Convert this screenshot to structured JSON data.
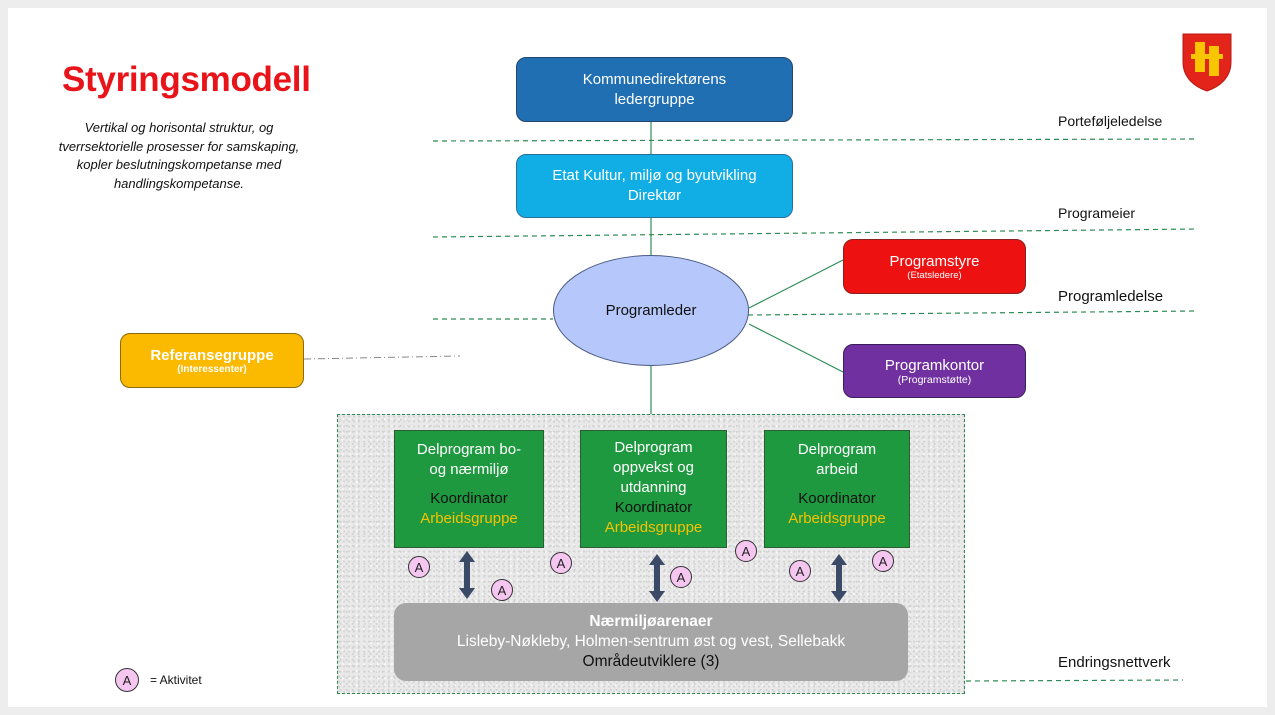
{
  "title": "Styringsmodell",
  "subtitle": "Vertikal og horisontal struktur, og tverrsektorielle prosesser for samskaping, kopler beslutningskompetanse med handlingskompetanse.",
  "levels": {
    "portfolio": "Porteføljeledelse",
    "owner": "Programeier",
    "management": "Programledelse",
    "network": "Endringsnettverk"
  },
  "nodes": {
    "executive": "Kommunedirektørens ledergruppe",
    "department_line1": "Etat Kultur, miljø og byutvikling",
    "department_line2": "Direktør",
    "program_leader": "Programleder",
    "board_title": "Programstyre",
    "board_sub": "(Etatsledere)",
    "office_title": "Programkontor",
    "office_sub": "(Programstøtte)",
    "reference_title": "Referansegruppe",
    "reference_sub": "(Interessenter)"
  },
  "subprograms": [
    {
      "name": "Delprogram bo- og nærmiljø",
      "coordinator": "Koordinator",
      "workgroup": "Arbeidsgruppe"
    },
    {
      "name": "Delprogram oppvekst og utdanning",
      "coordinator": "Koordinator",
      "workgroup": "Arbeidsgruppe"
    },
    {
      "name": "Delprogram arbeid",
      "coordinator": "Koordinator",
      "workgroup": "Arbeidsgruppe"
    }
  ],
  "arenas": {
    "title": "Nærmiljøarenaer",
    "places": "Lisleby-Nøkleby, Holmen-sentrum øst og vest, Sellebakk",
    "developers": "Områdeutviklere (3)"
  },
  "activity_badge": "A",
  "legend": {
    "symbol": "A",
    "label": "= Aktivitet"
  },
  "colors": {
    "executive": "#1f6fb2",
    "department": "#11aee6",
    "program_leader": "#b5c7fb",
    "board": "#ee1111",
    "office": "#7030a0",
    "reference": "#fbb900",
    "subprogram": "#1f9940",
    "arena": "#a6a6a6",
    "workgroup_text": "#f5c200",
    "title": "#e8141a",
    "badge": "#f4c6f0"
  },
  "icons": {
    "crest": "shield-crest-icon",
    "arrow": "double-arrow-icon"
  }
}
